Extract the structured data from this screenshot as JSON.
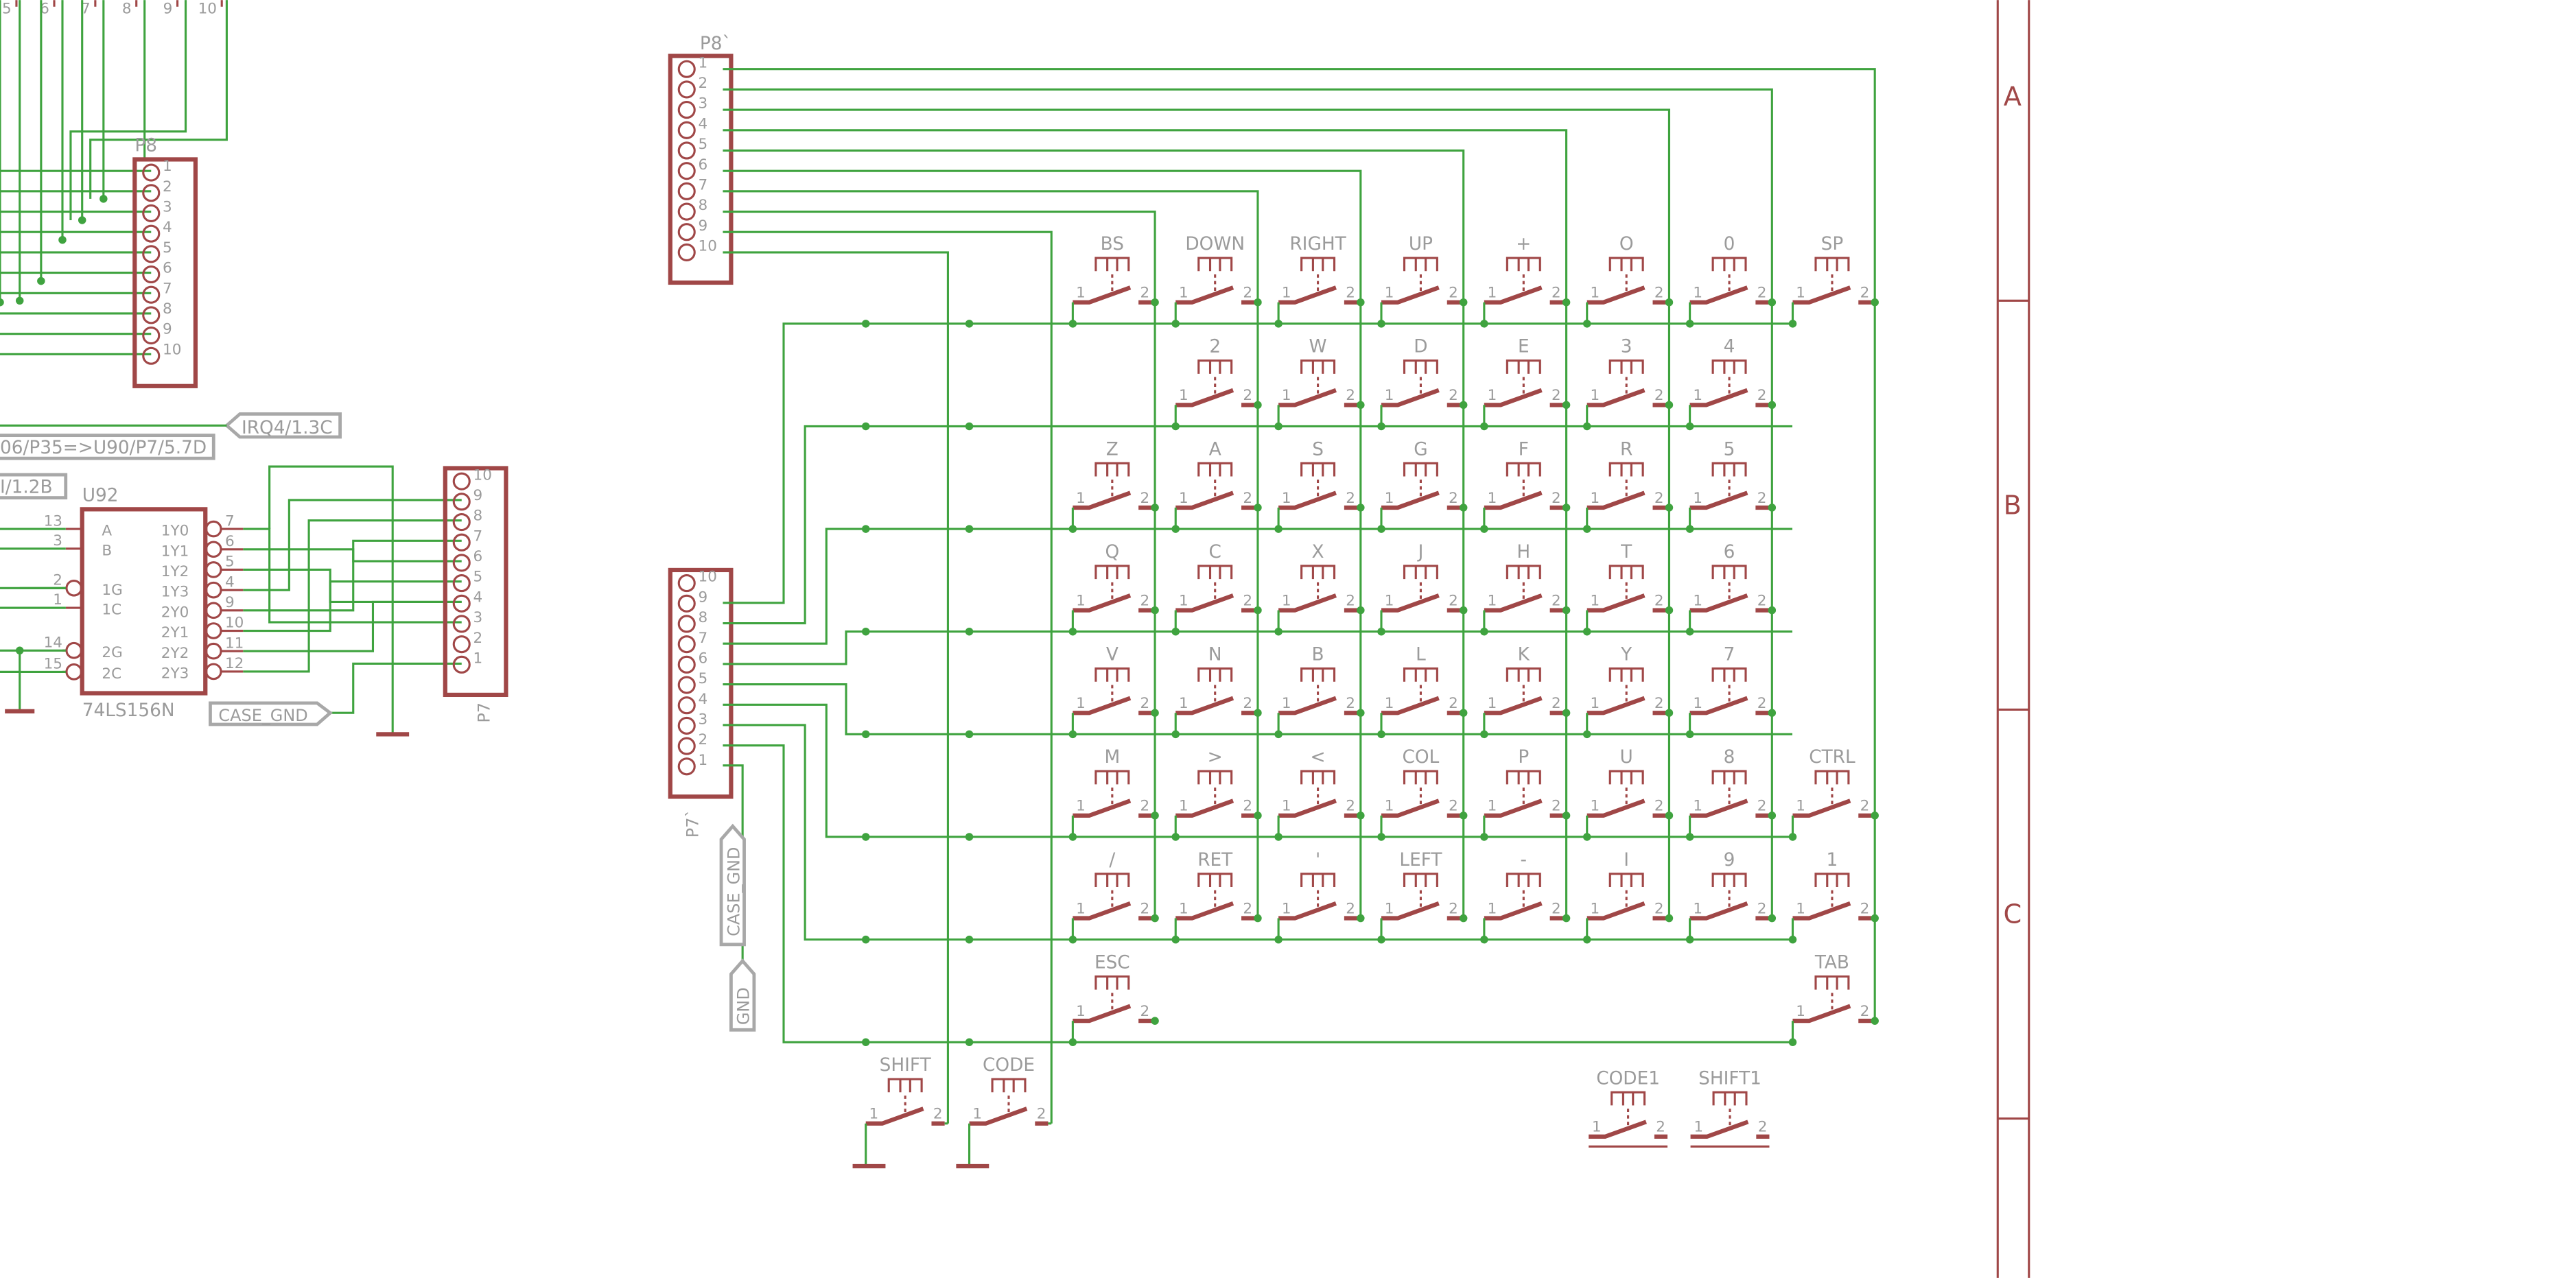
{
  "colors": {
    "wire": "#3fa33f",
    "part": "#a04747",
    "text": "#9b9b9b",
    "frame": "#a04747"
  },
  "frame": {
    "zones": [
      "A",
      "B",
      "C"
    ]
  },
  "left": {
    "top_pins": [
      "5",
      "6",
      "7",
      "8",
      "9",
      "10"
    ],
    "p8": {
      "name": "P8",
      "pins": [
        "1",
        "2",
        "3",
        "4",
        "5",
        "6",
        "7",
        "8",
        "9",
        "10"
      ]
    },
    "labels": {
      "irq": "IRQ4/1.3C",
      "bus": "06/P35=>U90/P7/5.7D",
      "nmi": "I/1.2B",
      "case_gnd": "CASE_GND"
    },
    "u92": {
      "name": "U92",
      "value": "74LS156N",
      "left_pins": [
        [
          "13",
          "A"
        ],
        [
          "3",
          "B"
        ],
        [
          "2",
          "1G"
        ],
        [
          "1",
          "1C"
        ],
        [
          "14",
          "2G"
        ],
        [
          "15",
          "2C"
        ]
      ],
      "right_pins": [
        [
          "7",
          "1Y0"
        ],
        [
          "6",
          "1Y1"
        ],
        [
          "5",
          "1Y2"
        ],
        [
          "4",
          "1Y3"
        ],
        [
          "9",
          "2Y0"
        ],
        [
          "10",
          "2Y1"
        ],
        [
          "11",
          "2Y2"
        ],
        [
          "12",
          "2Y3"
        ]
      ]
    },
    "p7": {
      "name": "P7",
      "pins": [
        "10",
        "9",
        "8",
        "7",
        "6",
        "5",
        "4",
        "3",
        "2",
        "1"
      ]
    }
  },
  "matrix": {
    "p8b": {
      "name": "P8`",
      "pins": [
        "1",
        "2",
        "3",
        "4",
        "5",
        "6",
        "7",
        "8",
        "9",
        "10"
      ]
    },
    "p7b": {
      "name": "P7`",
      "pins": [
        "10",
        "9",
        "8",
        "7",
        "6",
        "5",
        "4",
        "3",
        "2",
        "1"
      ]
    },
    "case_gnd": "CASE_GND",
    "gnd": "GND",
    "pin1": "1",
    "pin2": "2",
    "keys": [
      [
        "BS",
        "DOWN",
        "RIGHT",
        "UP",
        "+",
        "O",
        "0",
        "SP"
      ],
      [
        "",
        "2",
        "W",
        "D",
        "E",
        "3",
        "4",
        ""
      ],
      [
        "Z",
        "A",
        "S",
        "G",
        "F",
        "R",
        "5",
        ""
      ],
      [
        "Q",
        "C",
        "X",
        "J",
        "H",
        "T",
        "6",
        ""
      ],
      [
        "V",
        "N",
        "B",
        "L",
        "K",
        "Y",
        "7",
        ""
      ],
      [
        "M",
        ">",
        "<",
        "COL",
        "P",
        "U",
        "8",
        "CTRL"
      ],
      [
        "/",
        "RET",
        "'",
        "LEFT",
        "-",
        "I",
        "9",
        "1"
      ],
      [
        "ESC",
        "",
        "",
        "",
        "",
        "",
        "",
        "TAB"
      ]
    ],
    "extra_keys": [
      "SHIFT",
      "CODE",
      "CODE1",
      "SHIFT1"
    ]
  }
}
